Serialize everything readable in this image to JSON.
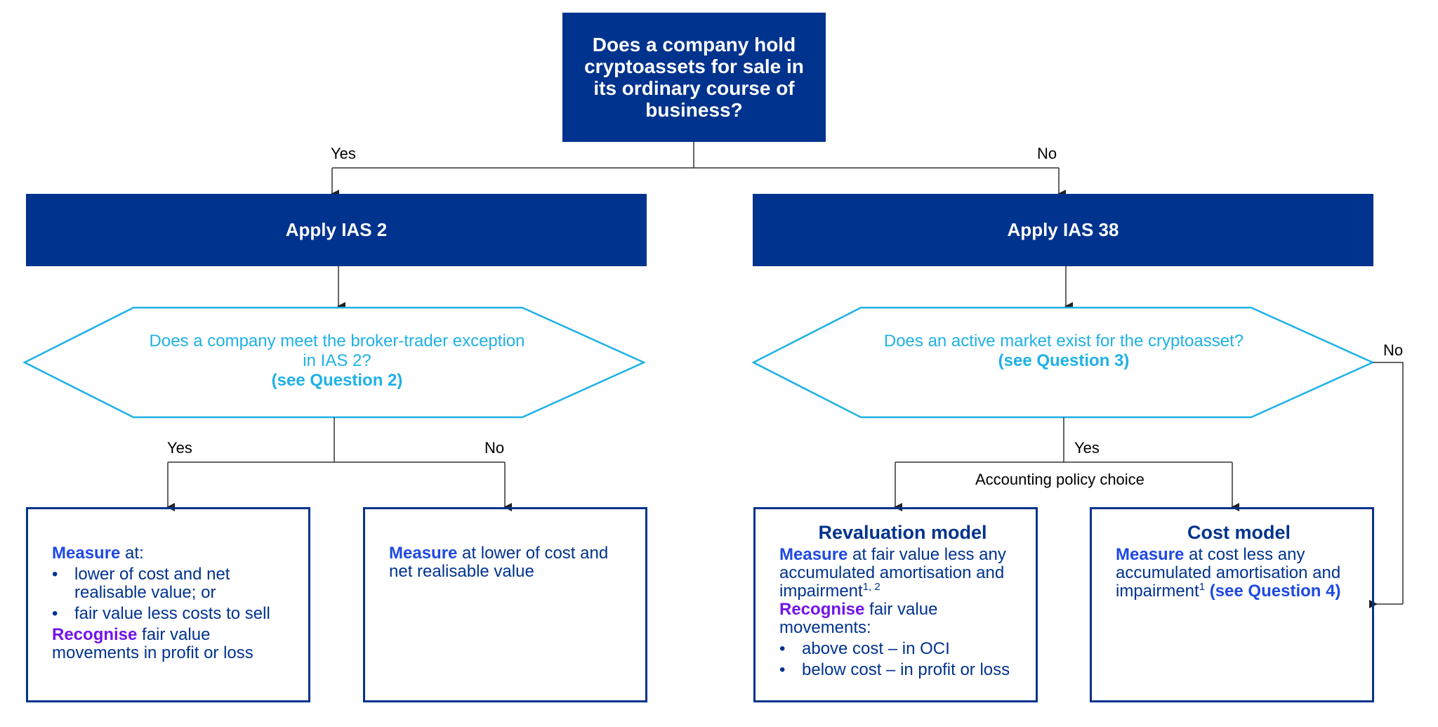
{
  "top_question": "Does a company hold cryptoassets for sale in its ordinary course of business?",
  "top_yes": "Yes",
  "top_no": "No",
  "left": {
    "apply": "Apply IAS 2",
    "question": "Does a company meet the broker-trader exception in IAS 2?",
    "question_ref": "(see Question 2)",
    "yes": "Yes",
    "no": "No",
    "box_yes": {
      "measure_kw": "Measure",
      "measure_rest": " at:",
      "bullets": [
        "lower of cost and net realisable value; or",
        "fair value less costs to sell"
      ],
      "recognise_kw": "Recognise",
      "recognise_rest": " fair value movements in profit or loss"
    },
    "box_no": {
      "measure_kw": "Measure",
      "measure_rest": " at lower of cost and net realisable value"
    }
  },
  "right": {
    "apply": "Apply IAS 38",
    "question": "Does an active market exist for the cryptoasset?",
    "question_ref": "(see Question 3)",
    "yes": "Yes",
    "no": "No",
    "policy_choice": "Accounting policy choice",
    "revaluation": {
      "title": "Revaluation model",
      "measure_kw": "Measure",
      "measure_rest": " at fair value less any accumulated amortisation and impairment",
      "measure_sup": "1, 2",
      "recognise_kw": "Recognise",
      "recognise_rest": " fair value movements:",
      "bullets": [
        "above cost – in OCI",
        "below cost – in profit or loss"
      ]
    },
    "cost": {
      "title": "Cost model",
      "measure_kw": "Measure",
      "measure_rest": " at cost less any accumulated amortisation and impairment",
      "measure_sup": "1",
      "ref": "(see Question 4)"
    }
  },
  "colors": {
    "navy": "#00338d",
    "cyan": "#1eb1e6",
    "blue": "#1e49e2",
    "purple": "#7213ea"
  }
}
